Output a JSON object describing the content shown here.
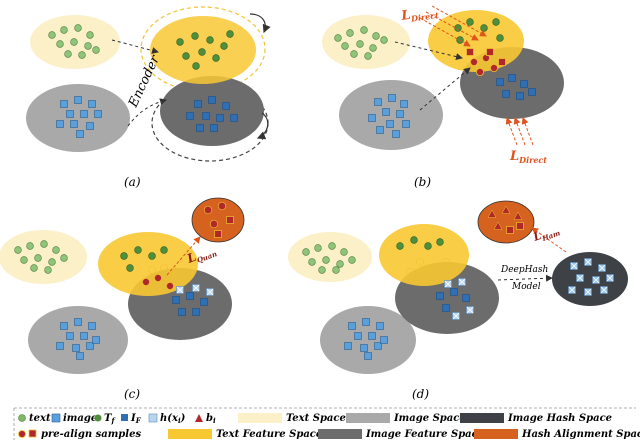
{
  "colors": {
    "text_space": "#fbf0c8",
    "text_feature_space": "#f8c832",
    "image_space": "#a9a9a9",
    "image_feature_space": "#6c6c6c",
    "image_hash_space": "#3e4146",
    "hash_alignment_space": "#d5621f",
    "text_dot": "#7fb86a",
    "image_square": "#5aa0dd",
    "hash_symbol": "#b0282c",
    "loss_red": "#e0531c",
    "loss_dark": "#8b1d16"
  },
  "panels": {
    "a": {
      "caption": "(a)",
      "encoder_label": "Encoder"
    },
    "b": {
      "caption": "(b)",
      "loss_top": "L",
      "loss_top_sub": "Direct",
      "loss_bottom": "L",
      "loss_bottom_sub": "Direct"
    },
    "c": {
      "caption": "(c)",
      "loss": "L",
      "loss_sub": "Quan"
    },
    "d": {
      "caption": "(d)",
      "loss": "L",
      "loss_sub": "Ham",
      "model_line1": "DeepHash",
      "model_line2": "Model"
    }
  },
  "legend": {
    "text": "text",
    "image": "image",
    "Tf": "T",
    "Tf_sub": "f",
    "If": "I",
    "If_sub": "F",
    "hx": "h(x",
    "hx_sub": "i",
    "hx_close": ")",
    "bi": "b",
    "bi_sub": "i",
    "text_space": "Text Space",
    "image_space": "Image Space",
    "image_hash_space": "Image Hash Space",
    "pre_align": "pre-align samples",
    "text_feature_space": "Text Feature Space",
    "image_feature_space": "Image Feature Space",
    "hash_alignment_space": "Hash Alignment Space"
  }
}
